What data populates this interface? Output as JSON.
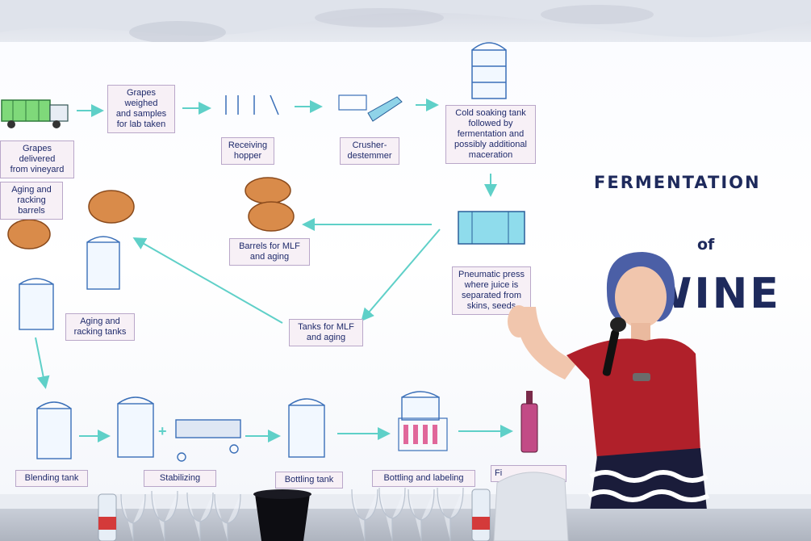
{
  "slide": {
    "title_word1": "FERMENTATION",
    "title_word2": "of",
    "title_word3": "WINE",
    "steps": {
      "grapes_delivered": "Grapes delivered\nfrom vineyard",
      "grapes_weighed": "Grapes\nweighed\nand samples\nfor lab taken",
      "receiving_hopper": "Receiving\nhopper",
      "crusher": "Crusher-\ndestemmer",
      "cold_soak": "Cold soaking tank\nfollowed by\nfermentation and\npossibly additional\nmaceration",
      "aging_barrels": "Aging and\nracking barrels",
      "barrels_mlf": "Barrels for MLF\nand aging",
      "pneumatic_press": "Pneumatic press\nwhere juice is\nseparated from\nskins, seeds",
      "aging_tanks": "Aging and\nracking tanks",
      "tanks_mlf": "Tanks for MLF\nand aging",
      "blending_tank": "Blending tank",
      "stabilizing": "Stabilizing",
      "bottling_tank": "Bottling tank",
      "bottling_labeling": "Bottling and labeling",
      "finished": "Fi"
    }
  },
  "colors": {
    "label_text": "#1f2a6b",
    "label_border": "#b9a7c9",
    "arrow": "#5fd0c8",
    "equipment": "#3a6fb8",
    "barrel": "#d98b4a",
    "speaker_top": "#b0202a",
    "title_text": "#1e2a5c"
  }
}
